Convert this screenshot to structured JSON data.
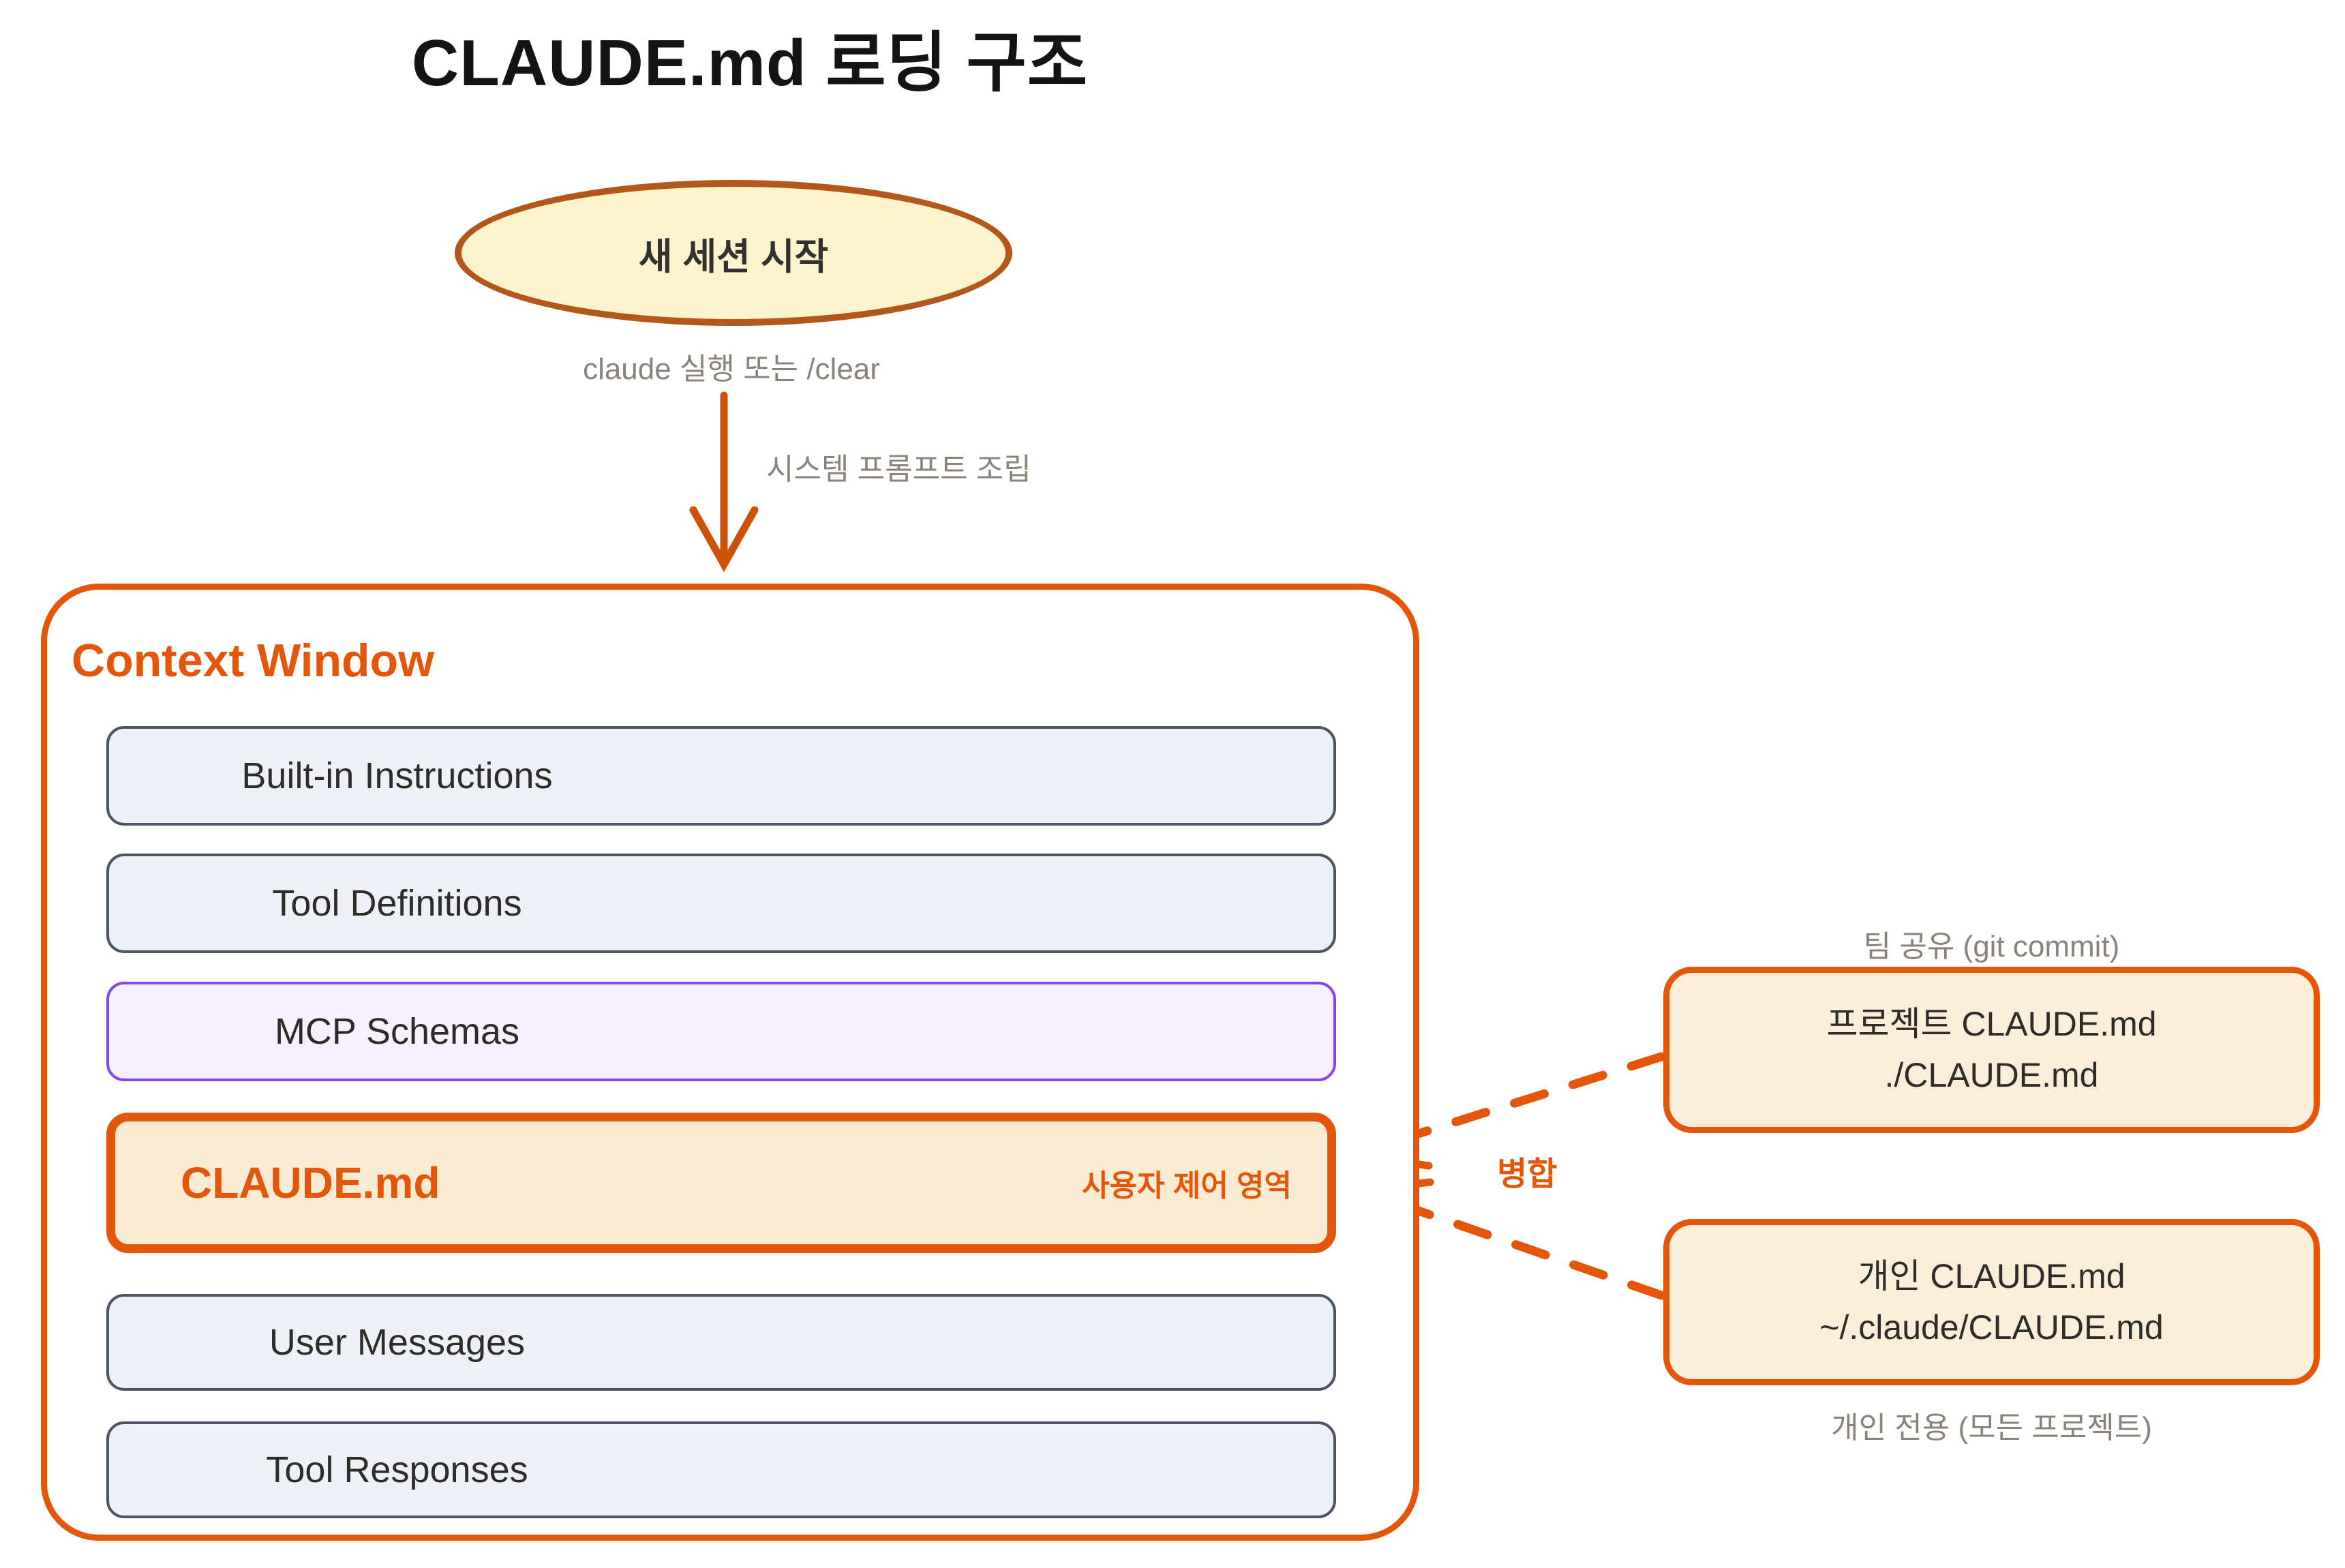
{
  "title": "CLAUDE.md 로딩 구조",
  "start_node": {
    "label": "새 세션 시작",
    "caption": "claude 실행 또는 /clear"
  },
  "edge_label": "시스템 프롬프트 조립",
  "context_window": {
    "title": "Context Window",
    "rows": [
      {
        "label": "Built-in Instructions",
        "type": "default"
      },
      {
        "label": "Tool Definitions",
        "type": "default"
      },
      {
        "label": "MCP Schemas",
        "type": "mcp"
      },
      {
        "label": "CLAUDE.md",
        "type": "highlight",
        "badge": "사용자 제어 영역"
      },
      {
        "label": "User Messages",
        "type": "default"
      },
      {
        "label": "Tool Responses",
        "type": "default"
      }
    ]
  },
  "merge_label": "병합",
  "sources": {
    "project": {
      "caption_above": "팀 공유 (git commit)",
      "line1": "프로젝트 CLAUDE.md",
      "line2": "./CLAUDE.md"
    },
    "personal": {
      "line1": "개인 CLAUDE.md",
      "line2": "~/.claude/CLAUDE.md",
      "caption_below": "개인 전용 (모든 프로젝트)"
    }
  },
  "colors": {
    "accent_orange": "#E4570B",
    "ellipse_stroke": "#B3571B",
    "ellipse_fill": "#FBF3CC",
    "gray_row_fill": "#EDF1F7",
    "gray_row_stroke": "#4A5565",
    "mcp_fill": "#F6F1FE",
    "mcp_stroke": "#8547EA",
    "highlight_fill": "#FBEBD3",
    "source_fill": "#FBEED9",
    "muted_text": "#8B8379",
    "dark_text": "#2E2C29"
  }
}
